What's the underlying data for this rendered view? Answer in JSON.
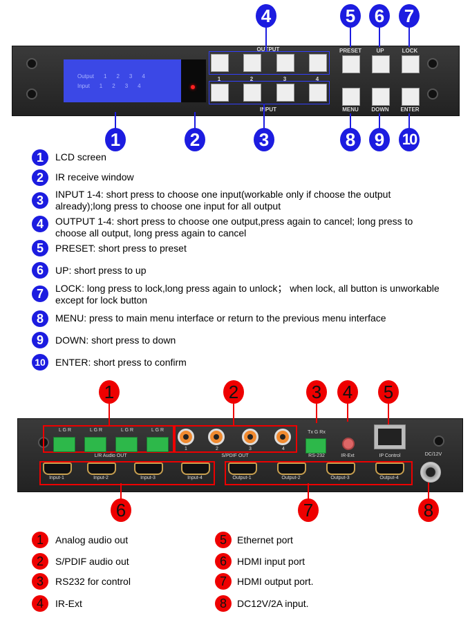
{
  "front": {
    "lcd": {
      "row1": [
        "Output",
        "1",
        "2",
        "3",
        "4"
      ],
      "row2": [
        "Input",
        "1",
        "2",
        "3",
        "4"
      ]
    },
    "output_label": "OUTPUT",
    "input_label": "INPUT",
    "numbers": [
      "1",
      "2",
      "3",
      "4"
    ],
    "buttons": {
      "preset": "PRESET",
      "up": "UP",
      "lock": "LOCK",
      "menu": "MENU",
      "down": "DOWN",
      "enter": "ENTER"
    },
    "callouts": [
      "1",
      "2",
      "3",
      "4",
      "5",
      "6",
      "7",
      "8",
      "9",
      "10"
    ],
    "legend": [
      {
        "n": "1",
        "text": "LCD screen"
      },
      {
        "n": "2",
        "text": "IR receive window"
      },
      {
        "n": "3",
        "text": "INPUT 1-4: short press to choose one input(workable only if choose the output already);long press to choose one input for all output"
      },
      {
        "n": "4",
        "text": "OUTPUT 1-4: short press to choose one output,press again to cancel; long press to choose all output, long press again to cancel"
      },
      {
        "n": "5",
        "text": "PRESET: short press to preset"
      },
      {
        "n": "6",
        "text": "UP: short press to up"
      },
      {
        "n": "7",
        "text": "LOCK: long press to lock,long press again to unlock； when lock, all button is unworkable except for lock button"
      },
      {
        "n": "8",
        "text": "MENU: press to main menu interface or return to the previous menu interface"
      },
      {
        "n": "9",
        "text": "DOWN: short press to down"
      },
      {
        "n": "10",
        "text": "ENTER: short press to confirm"
      }
    ]
  },
  "rear": {
    "lgr": "L G R",
    "audio_out": "L/R Audio OUT",
    "spdif_out": "S/PDIF OUT",
    "spdif_nums": [
      "1",
      "2",
      "3",
      "4"
    ],
    "rs232_pins": "Tx G Rx",
    "rs232": "RS-232",
    "irext": "IR-Ext",
    "ip": "IP Control",
    "dc": "DC/12V",
    "inputs": [
      "Input-1",
      "Input-2",
      "Input-3",
      "Input-4"
    ],
    "outputs": [
      "Output-1",
      "Output-2",
      "Output-3",
      "Output-4"
    ],
    "callouts": [
      "1",
      "2",
      "3",
      "4",
      "5",
      "6",
      "7",
      "8"
    ],
    "legend": [
      {
        "n": "1",
        "text": "Analog audio out"
      },
      {
        "n": "2",
        "text": "S/PDIF audio out"
      },
      {
        "n": "3",
        "text": "RS232 for control"
      },
      {
        "n": "4",
        "text": "IR-Ext"
      },
      {
        "n": "5",
        "text": "Ethernet port"
      },
      {
        "n": "6",
        "text": "HDMI input port"
      },
      {
        "n": "7",
        "text": "HDMI output port."
      },
      {
        "n": "8",
        "text": "DC12V/2A input."
      }
    ]
  },
  "colors": {
    "blue": "#1c1ce0",
    "red": "#e00000"
  }
}
